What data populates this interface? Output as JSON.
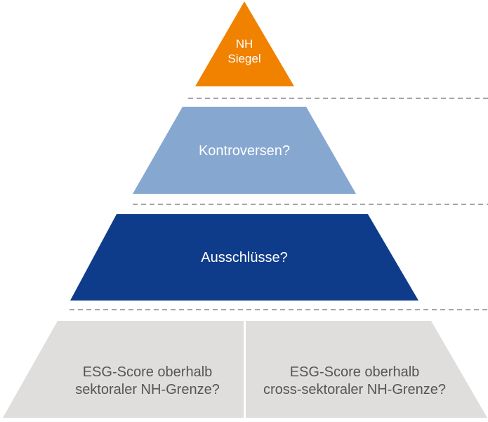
{
  "pyramid": {
    "top": {
      "line1": "NH",
      "line2": "Siegel",
      "color": "#F08200"
    },
    "level2": {
      "label": "Kontroversen?",
      "color": "#86A7D0"
    },
    "level3": {
      "label": "Ausschlüsse?",
      "color": "#0E3C8A"
    },
    "base": {
      "left": {
        "line1": "ESG-Score oberhalb",
        "line2": "sektoraler NH-Grenze?"
      },
      "right": {
        "line1": "ESG-Score oberhalb",
        "line2": "cross-sektoraler NH-Grenze?"
      },
      "color": "#DFDEDD"
    }
  }
}
